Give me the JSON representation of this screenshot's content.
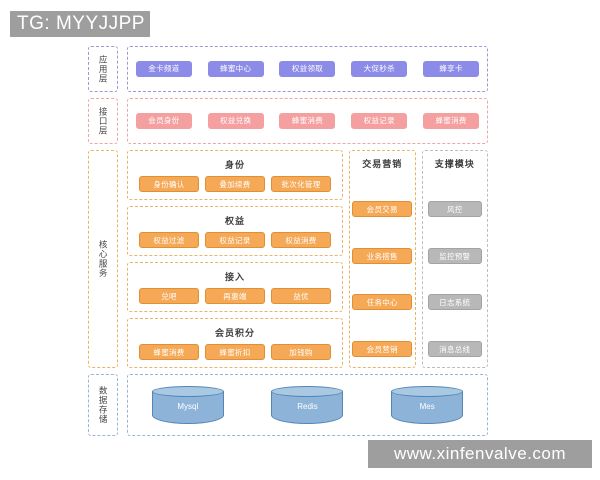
{
  "watermarks": {
    "top": "TG: MYYJJPP",
    "bottom": "www.xinfenvalve.com"
  },
  "colors": {
    "app_chip": "#8c8ce8",
    "api_chip": "#f5a0a0",
    "core_chip": "#f5a957",
    "support_chip": "#b8b8b8",
    "cylinder": "#8db4d8",
    "app_border": "#9a9ad0",
    "api_border": "#eda6a6",
    "core_border": "#e8b46a",
    "data_border": "#9ab4d8"
  },
  "layers": {
    "app": {
      "label": "应用层",
      "items": [
        "金卡频道",
        "蜂蜜中心",
        "权益领取",
        "大促秒杀",
        "蜂享卡"
      ]
    },
    "api": {
      "label": "接口层",
      "items": [
        "会员身份",
        "权益兑换",
        "蜂蜜消费",
        "权益记录",
        "蜂蜜消费"
      ]
    },
    "core": {
      "label": "核心服务",
      "groups": [
        {
          "title": "身份",
          "items": [
            "身份确认",
            "叠加续费",
            "批次化管理"
          ]
        },
        {
          "title": "权益",
          "items": [
            "权益过滤",
            "权益记录",
            "权益消费"
          ]
        },
        {
          "title": "接入",
          "items": [
            "兑吧",
            "再惠端",
            "益优"
          ]
        },
        {
          "title": "会员积分",
          "items": [
            "蜂蜜消费",
            "蜂蜜折扣",
            "加钱购"
          ]
        }
      ],
      "trade": {
        "title": "交易营销",
        "items": [
          "会员交易",
          "业务搭售",
          "任务中心",
          "会员营销"
        ]
      },
      "support": {
        "title": "支撑模块",
        "items": [
          "风控",
          "监控预警",
          "日志系统",
          "消息总线"
        ]
      }
    },
    "data": {
      "label": "数据存储",
      "stores": [
        "Mysql",
        "Redis",
        "Mes"
      ]
    }
  }
}
